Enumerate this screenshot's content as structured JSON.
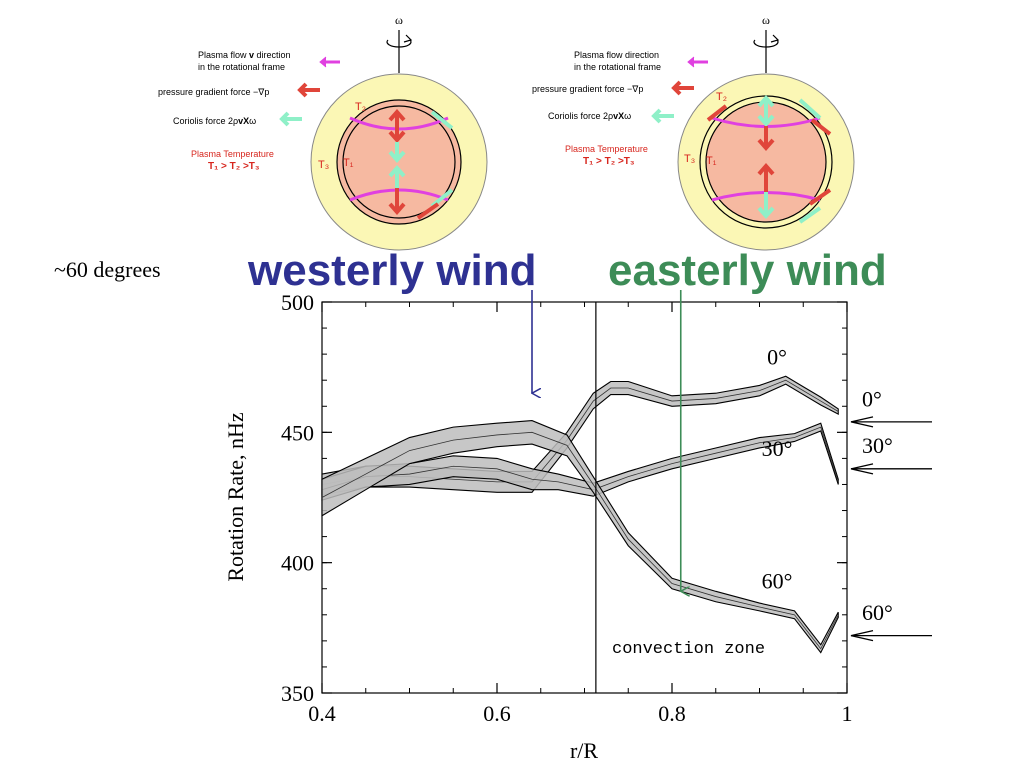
{
  "diagram_left": {
    "omega": "ω",
    "flow_label_1": "Plasma flow",
    "flow_label_v": "v",
    "flow_label_2": " direction",
    "flow_label_3": "in the rotational frame",
    "pressure_label": "pressure gradient force  −∇p",
    "coriolis_label_1": "Coriolis force 2ρ",
    "coriolis_label_2": "vX",
    "coriolis_label_3": "ω",
    "temp_title": "Plasma Temperature",
    "temp_order": "T₁ > T₂ >T₃",
    "t1": "T₁",
    "t2": "T₂",
    "t3": "T₃"
  },
  "diagram_right": {
    "omega": "ω",
    "flow_label_1": "Plasma flow direction",
    "flow_label_2": "in the rotational frame",
    "pressure_label": "pressure gradient force  −∇p",
    "coriolis_label_1": "Coriolis force 2ρ",
    "coriolis_label_2": "vX",
    "coriolis_label_3": "ω",
    "temp_title": "Plasma Temperature",
    "temp_order": "T₁ > T₂ >T₃",
    "t1": "T₁",
    "t2": "T₂",
    "t3": "T₃"
  },
  "labels": {
    "sixty_degrees": "~60 degrees",
    "westerly": "westerly wind",
    "easterly": "easterly wind"
  },
  "colors": {
    "westerly": "#2e3192",
    "easterly": "#3d8c57",
    "temp_text": "#d7261e",
    "magenta": "#e040e0",
    "red_arrow": "#e0453a",
    "green_arrow": "#8ff0c8",
    "outer_zone": "#fbf7b5",
    "inner_zone": "#f6b9a1"
  },
  "chart_data": {
    "type": "line",
    "xlabel": "r/R",
    "ylabel": "Rotation Rate, nHz",
    "xlim": [
      0.4,
      1.0
    ],
    "ylim": [
      350,
      500
    ],
    "xticks": [
      "0.4",
      "0.6",
      "0.8",
      "1"
    ],
    "yticks": [
      "350",
      "400",
      "450",
      "500"
    ],
    "grid": false,
    "annotation": "convection zone",
    "boundary_x": 0.713,
    "series": [
      {
        "name": "0°",
        "x": [
          0.4,
          0.45,
          0.5,
          0.55,
          0.6,
          0.64,
          0.68,
          0.71,
          0.73,
          0.75,
          0.8,
          0.85,
          0.9,
          0.93,
          0.95,
          0.97,
          0.99
        ],
        "y": [
          430,
          433,
          433,
          432,
          431,
          431,
          447,
          462,
          467,
          467,
          462,
          463,
          466,
          470,
          466,
          462,
          458
        ],
        "band": [
          4,
          4,
          4,
          4,
          4,
          4,
          3,
          3,
          2.5,
          2.5,
          2,
          2,
          2,
          1.5,
          1.5,
          1.5,
          1
        ]
      },
      {
        "name": "30°",
        "x": [
          0.4,
          0.45,
          0.5,
          0.55,
          0.6,
          0.64,
          0.67,
          0.71,
          0.75,
          0.8,
          0.85,
          0.9,
          0.94,
          0.97,
          0.99
        ],
        "y": [
          428,
          433,
          434,
          437,
          436,
          432,
          431,
          428,
          433,
          438,
          442,
          446,
          448,
          452,
          431
        ],
        "band": [
          4,
          4,
          4,
          4,
          4,
          4,
          3,
          2.5,
          2,
          2,
          2,
          2,
          1.5,
          1.5,
          1
        ]
      },
      {
        "name": "60°",
        "x": [
          0.4,
          0.45,
          0.5,
          0.55,
          0.6,
          0.64,
          0.68,
          0.71,
          0.75,
          0.8,
          0.85,
          0.9,
          0.94,
          0.97,
          0.99
        ],
        "y": [
          425,
          434,
          443,
          447,
          449,
          450,
          445,
          430,
          409,
          392,
          387,
          383,
          380,
          367,
          380
        ],
        "band": [
          7,
          6,
          5,
          5,
          4.5,
          4.5,
          4,
          3,
          2.5,
          2,
          2,
          1.5,
          1.5,
          1.5,
          1
        ]
      }
    ],
    "series_labels_inside": [
      {
        "text": "0°",
        "x": 0.92,
        "y": 476
      },
      {
        "text": "30°",
        "x": 0.92,
        "y": 441
      },
      {
        "text": "60°",
        "x": 0.92,
        "y": 390
      }
    ],
    "series_labels_outside": [
      {
        "text": "0°",
        "y": 460,
        "arrow_y": 454
      },
      {
        "text": "30°",
        "y": 442,
        "arrow_y": 436
      },
      {
        "text": "60°",
        "y": 378,
        "arrow_y": 372
      }
    ],
    "wind_arrows": [
      {
        "name": "westerly",
        "x": 0.64,
        "y_from": 500,
        "y_to": 465
      },
      {
        "name": "easterly",
        "x": 0.81,
        "y_from": 500,
        "y_to": 389
      }
    ]
  }
}
